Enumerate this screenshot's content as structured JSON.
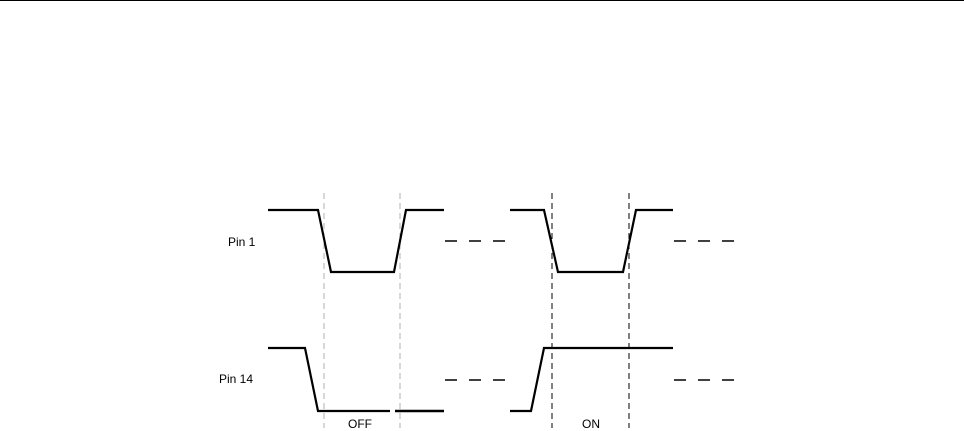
{
  "labels": {
    "pin1": "Pin 1",
    "pin14": "Pin 14",
    "off": "OFF",
    "on": "ON"
  },
  "colors": {
    "line": "#000000",
    "guide": "#b0b0b0",
    "background": "#ffffff"
  }
}
